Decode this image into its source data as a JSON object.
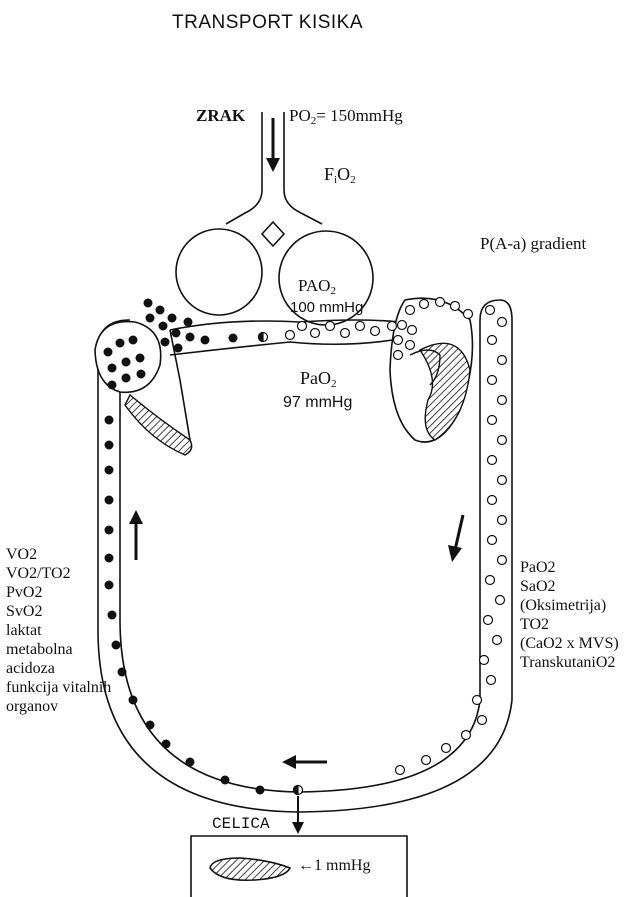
{
  "title": "TRANSPORT KISIKA",
  "air": {
    "label": "ZRAK",
    "po2_prefix": "PO",
    "po2_sub": "2",
    "po2_value": "= 150mmHg"
  },
  "fio2": {
    "main": "F",
    "sub1": "i",
    "mid": "O",
    "sub2": "2"
  },
  "gradient": "P(A-a) gradient",
  "alveolar": {
    "main": "PAO",
    "sub": "2",
    "value": "100 mmHg"
  },
  "arterial": {
    "main": "PaO",
    "sub": "2",
    "value": "97 mmHg"
  },
  "venous_list": [
    "VO2",
    "VO2/TO2",
    "PvO2",
    "SvO2",
    "laktat",
    "metabolna",
    "acidoza",
    "funkcija vitalnih",
    "organov"
  ],
  "arterial_list": [
    "PaO2",
    "SaO2",
    "(Oksimetrija)",
    "TO2",
    "(CaO2 x MVS)",
    "TranskutaniO2"
  ],
  "cell": {
    "label": "CELICA",
    "value": "←1  mmHg"
  }
}
